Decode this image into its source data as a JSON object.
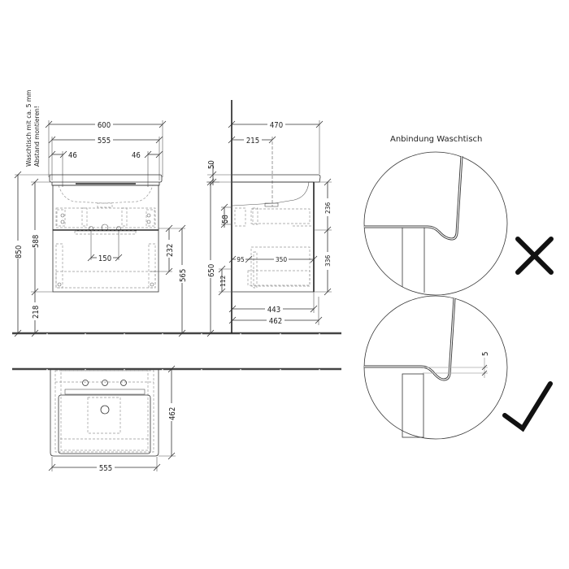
{
  "front_view": {
    "note_line1": "Waschtisch mit ca. 5 mm",
    "note_line2": "Abstand montieren!",
    "width_total": "600",
    "width_basin": "555",
    "edge_left": "46",
    "edge_right": "46",
    "height_total": "850",
    "height_cabinet_top": "588",
    "height_floor_clearance": "218",
    "drawer_height": "232",
    "height_drawer_top": "565",
    "handle_spacing": "150"
  },
  "side_view": {
    "depth_total": "470",
    "depth_tap": "215",
    "top_thickness": "50",
    "upper_drawer": "236",
    "lower_drawer": "336",
    "offset_58": "58",
    "height_650": "650",
    "offset_112": "112",
    "offset_95": "95",
    "rail_350": "350",
    "cabinet_depth": "443",
    "overall_depth": "462"
  },
  "top_view": {
    "width": "555",
    "depth": "462"
  },
  "detail": {
    "title": "Anbindung Waschtisch",
    "gap_label": "5",
    "wrong_icon": "cross-icon",
    "right_icon": "check-icon"
  }
}
